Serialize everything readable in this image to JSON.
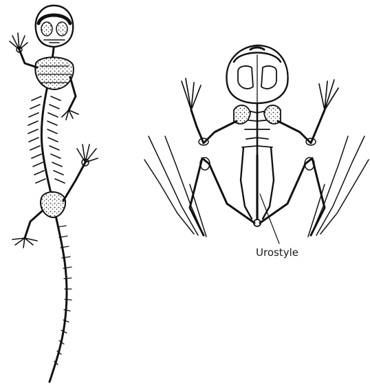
{
  "figure": {
    "background": "#ffffff",
    "ink": "#111111",
    "panels": [
      {
        "id": "salamander",
        "icon": "salamander-skeleton-illustration"
      },
      {
        "id": "frog",
        "icon": "frog-skeleton-illustration"
      }
    ],
    "annotation": {
      "label": "Urostyle"
    }
  }
}
